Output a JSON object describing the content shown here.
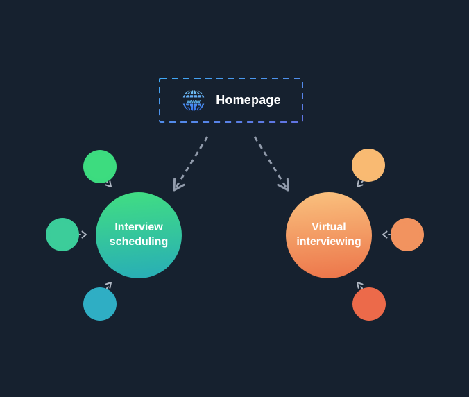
{
  "diagram": {
    "background_color": "#16212F",
    "homepage": {
      "label": "Homepage",
      "icon": "globe-www-icon",
      "icon_text": "www",
      "border_style": "dashed",
      "border_colors": [
        "#3FA9F5",
        "#6273E2"
      ]
    },
    "nodes": [
      {
        "id": "interview-scheduling",
        "label": "Interview scheduling",
        "gradient": [
          "#40DC84",
          "#29AFB5"
        ]
      },
      {
        "id": "virtual-interviewing",
        "label": "Virtual interviewing",
        "gradient": [
          "#F9BE7C",
          "#ED784C"
        ]
      }
    ],
    "satellites": [
      {
        "id": "left-top",
        "color": "#3DDC7F",
        "arrow_direction": "down-right"
      },
      {
        "id": "left-middle",
        "color": "#3CCD9A",
        "arrow_direction": "right"
      },
      {
        "id": "left-bottom",
        "color": "#2FAEC4",
        "arrow_direction": "up-right"
      },
      {
        "id": "right-top",
        "color": "#F9BA72",
        "arrow_direction": "down-left"
      },
      {
        "id": "right-middle",
        "color": "#F2935F",
        "arrow_direction": "left"
      },
      {
        "id": "right-bottom",
        "color": "#EC6A4A",
        "arrow_direction": "up-left"
      }
    ],
    "connectors": {
      "style": "dashed",
      "color": "#919BAB",
      "links": [
        "homepage -> interview-scheduling",
        "homepage -> virtual-interviewing"
      ]
    }
  }
}
